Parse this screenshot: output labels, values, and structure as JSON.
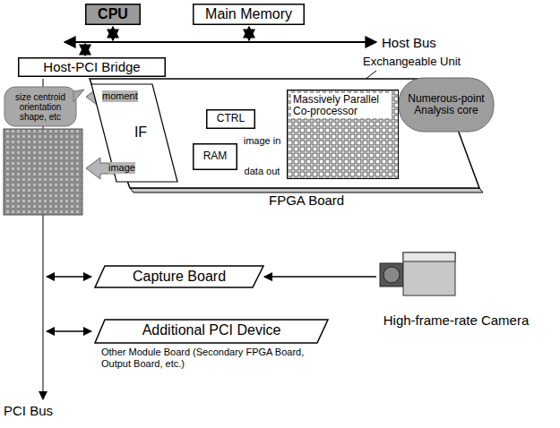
{
  "diagram": {
    "nodes": [
      {
        "text": [
          "CPU"
        ]
      },
      {
        "text": [
          "Main Memory"
        ]
      },
      {
        "text": [
          "Host-PCI Bridge"
        ]
      },
      {
        "text": [
          "size centroid orientation shape, etc"
        ]
      },
      {
        "text": [
          "FPGA Board"
        ]
      },
      {
        "text": [
          "IF"
        ],
        "in": 4
      },
      {
        "text": [
          "CTRL"
        ],
        "in": 4
      },
      {
        "text": [
          "RAM"
        ],
        "in": 4
      },
      {
        "text": [
          "Massively Parallel Co-processor"
        ],
        "in": 4
      },
      {
        "text": [
          "Numerous-point Analysis core"
        ],
        "in": 4
      },
      {
        "text": [
          "Capture Board"
        ]
      },
      {
        "text": [
          "High-frame-rate Camera"
        ]
      },
      {
        "text": [
          "Additional PCI Device",
          "Other Module Board (Secondary FPGA Board, Output Board, etc.)"
        ]
      }
    ],
    "edges": [
      {
        "from": 5,
        "to": 6,
        "arrow": "to"
      },
      {
        "from": 5,
        "to": 7,
        "arrow": "both"
      },
      {
        "from": 6,
        "to": 8,
        "arrow": "to"
      },
      {
        "from": 7,
        "to": 8,
        "arrow": "to",
        "label": "image in"
      },
      {
        "from": 8,
        "to": 7,
        "arrow": "to",
        "label": "data out"
      },
      {
        "from": 11,
        "to": 10,
        "arrow": "to"
      }
    ],
    "labels": [
      "Host Bus",
      "Exchangeable Unit",
      "moment",
      "image",
      "PCI Bus"
    ]
  }
}
